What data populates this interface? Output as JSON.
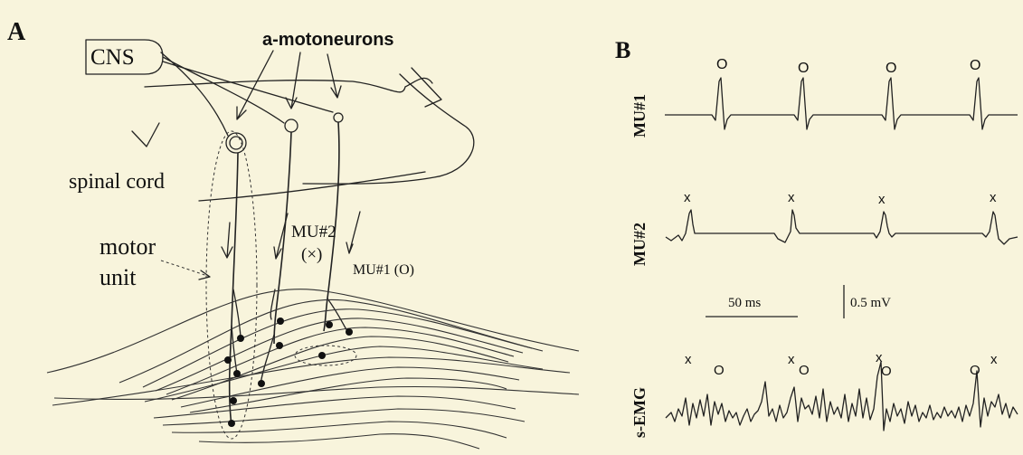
{
  "panel_a": {
    "label": "A",
    "cns": "CNS",
    "motoneurons": "a-motoneurons",
    "spinal_cord": "spinal cord",
    "motor_unit_line1": "motor",
    "motor_unit_line2": "unit",
    "mu2_line1": "MU#2",
    "mu2_line2": "(×)",
    "mu1": "MU#1 (O)"
  },
  "panel_b": {
    "label": "B",
    "mu1_label": "MU#1",
    "mu2_label": "MU#2",
    "semg_label": "s-EMG",
    "mu1_marker": "O",
    "mu2_marker": "x",
    "scale_time": "50 ms",
    "scale_voltage": "0.5 mV"
  }
}
